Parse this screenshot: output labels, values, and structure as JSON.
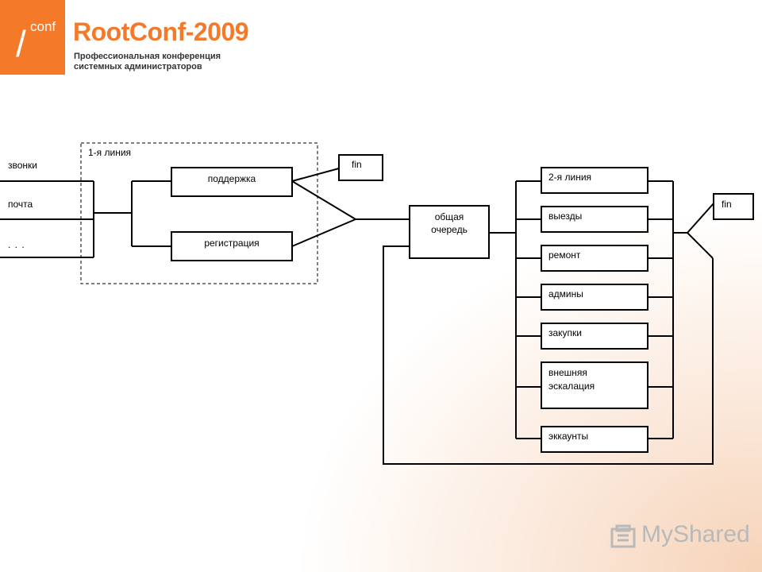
{
  "header": {
    "logo_mark": "conf",
    "logo_slash": "/",
    "title": "RootConf-2009",
    "subtitle_line1": "Профессиональная конференция",
    "subtitle_line2": "системных администраторов"
  },
  "diagram": {
    "inputs": [
      "звонки",
      "почта",
      ". . ."
    ],
    "first_line_label": "1-я линия",
    "support": "поддержка",
    "registration": "регистрация",
    "fin_top": "fin",
    "queue_line1": "общая",
    "queue_line2": "очередь",
    "branches": [
      "2-я линия",
      "выезды",
      "ремонт",
      "админы",
      "закупки",
      "внешняя",
      "эскалация",
      "эккаунты"
    ],
    "fin_right": "fin"
  },
  "watermark": {
    "text": "MyShared",
    "icon": "folder-icon"
  },
  "colors": {
    "accent": "#f47a2a"
  }
}
